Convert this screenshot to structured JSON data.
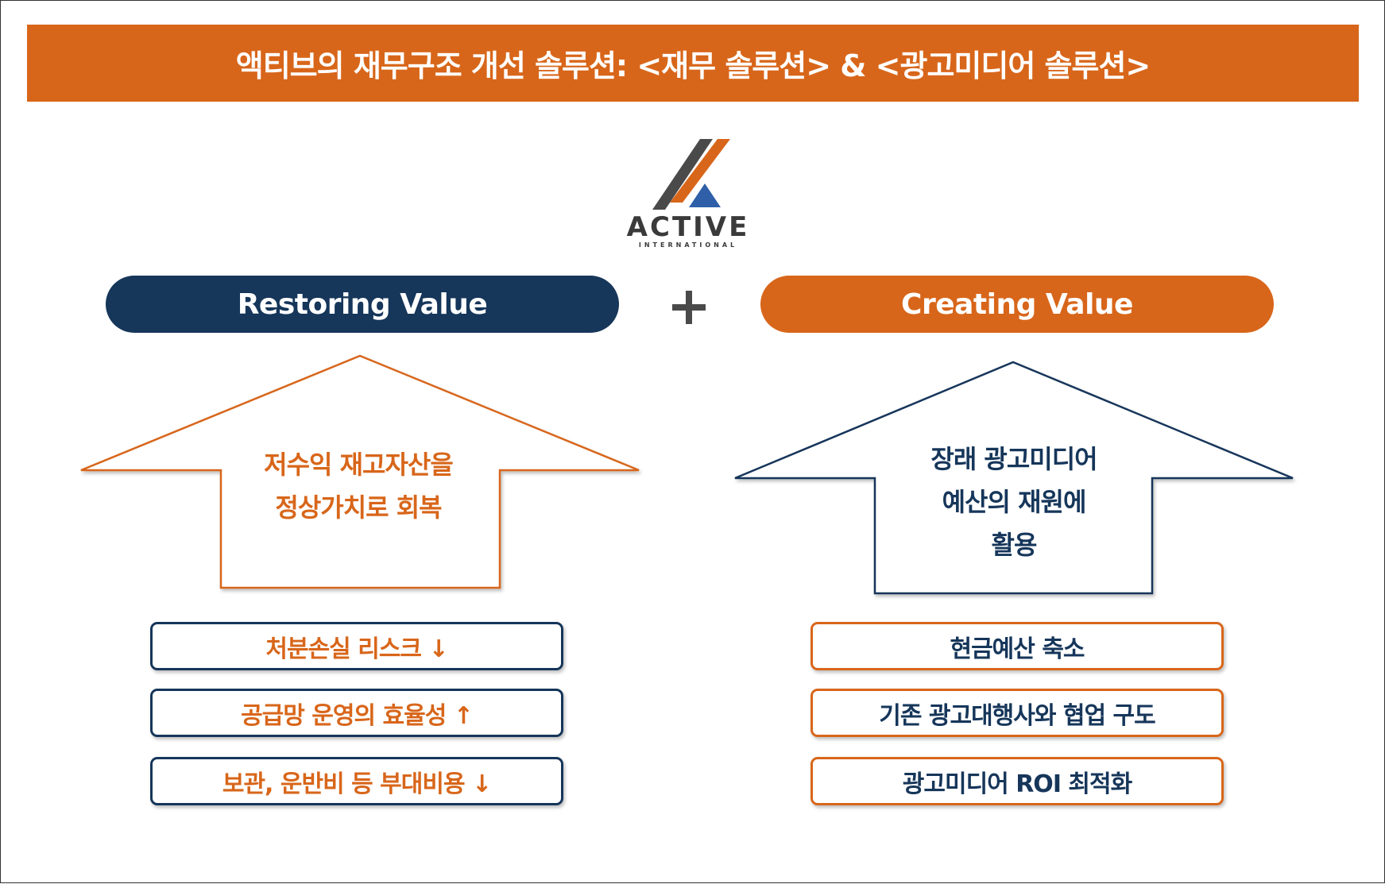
{
  "title": "액티브의 재무구조 개선 솔루션: <재무 솔루션> & <광고미디어 솔루션>",
  "logo": {
    "word": "ACTIVE",
    "sub": "INTERNATIONAL",
    "colors": {
      "dark": "#4a4a4a",
      "orange": "#d8661a",
      "blue": "#2e5fa8"
    }
  },
  "left": {
    "pill_label": "Restoring Value",
    "arrow_text": [
      "저수익 재고자산을",
      "정상가치로 회복"
    ],
    "boxes": [
      "처분손실 리스크 ↓",
      "공급망 운영의 효율성 ↑",
      "보관, 운반비 등 부대비용 ↓"
    ]
  },
  "right": {
    "pill_label": "Creating Value",
    "arrow_text": [
      "장래 광고미디어",
      "예산의 재원에",
      "활용"
    ],
    "boxes": [
      "현금예산 축소",
      "기존 광고대행사와 협업 구도",
      "광고미디어 ROI 최적화"
    ]
  },
  "plus_icon": "plus-icon",
  "colors": {
    "orange": "#d8661a",
    "navy": "#16365a"
  }
}
